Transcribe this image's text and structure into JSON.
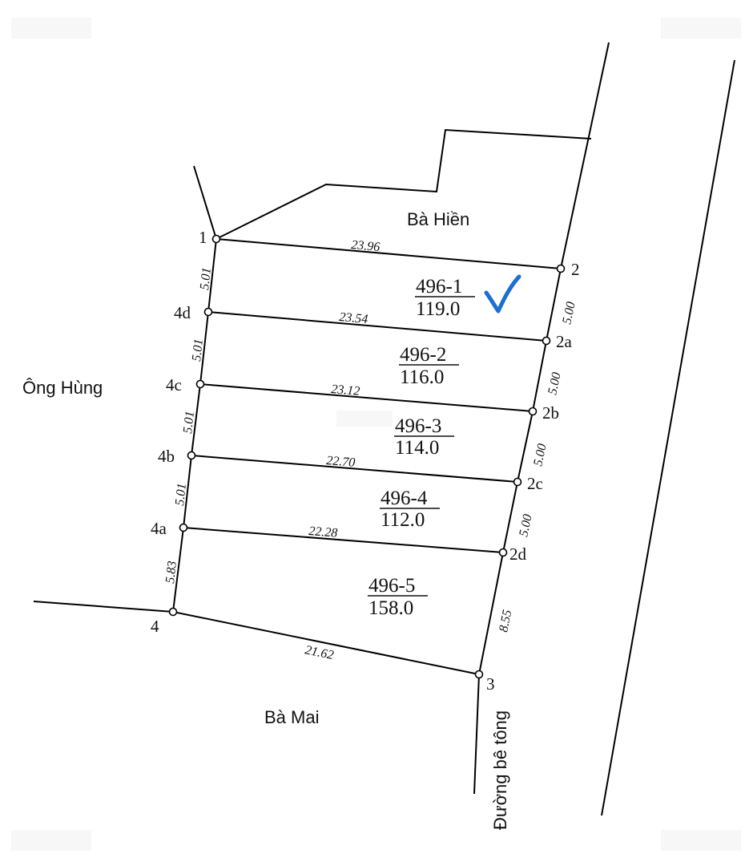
{
  "drawing": {
    "type": "cadastral-subdivision-plan",
    "parent_parcel": "496",
    "check_mark_color": "#1a6fd1",
    "checked_parcel": "496-1"
  },
  "neighbors": {
    "north": "Bà Hiền",
    "west": "Ông Hùng",
    "south": "Bà Mai",
    "east_road": "Đường bê tông"
  },
  "points": [
    {
      "id": "1",
      "label": "1"
    },
    {
      "id": "2",
      "label": "2"
    },
    {
      "id": "2a",
      "label": "2a"
    },
    {
      "id": "2b",
      "label": "2b"
    },
    {
      "id": "2c",
      "label": "2c"
    },
    {
      "id": "2d",
      "label": "2d"
    },
    {
      "id": "3",
      "label": "3"
    },
    {
      "id": "4",
      "label": "4"
    },
    {
      "id": "4a",
      "label": "4a"
    },
    {
      "id": "4b",
      "label": "4b"
    },
    {
      "id": "4c",
      "label": "4c"
    },
    {
      "id": "4d",
      "label": "4d"
    }
  ],
  "dimensions": {
    "d_1_2": "23.96",
    "d_4d_2a": "23.54",
    "d_4c_2b": "23.12",
    "d_4b_2c": "22.70",
    "d_4a_2d": "22.28",
    "d_4_3": "21.62",
    "d_1_4d": "5.01",
    "d_4d_4c": "5.01",
    "d_4c_4b": "5.01",
    "d_4b_4a": "5.01",
    "d_4a_4": "5.83",
    "d_2_2a": "5.00",
    "d_2a_2b": "5.00",
    "d_2b_2c": "5.00",
    "d_2c_2d": "5.00",
    "d_2d_3": "8.55"
  },
  "parcels": [
    {
      "id": "496-1",
      "area": "119.0"
    },
    {
      "id": "496-2",
      "area": "116.0"
    },
    {
      "id": "496-3",
      "area": "114.0"
    },
    {
      "id": "496-4",
      "area": "112.0"
    },
    {
      "id": "496-5",
      "area": "158.0"
    }
  ]
}
